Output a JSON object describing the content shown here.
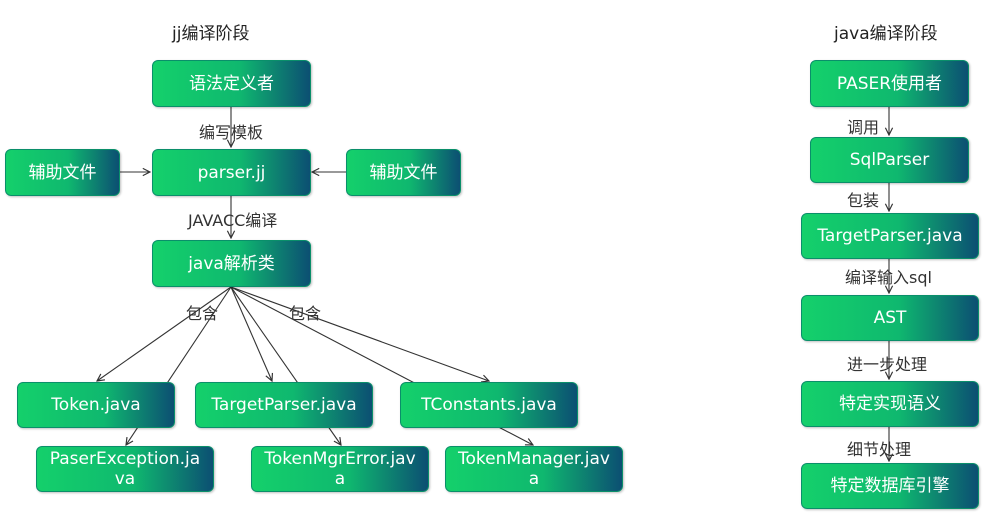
{
  "left": {
    "title": "jj编译阶段",
    "nodes": {
      "grammar_definer": "语法定义者",
      "parser_jj": "parser.jj",
      "aux_left": "辅助文件",
      "aux_right": "辅助文件",
      "java_parser_classes": "java解析类",
      "token": "Token.java",
      "target_parser": "TargetParser.java",
      "tconstants": "TConstants.java",
      "parser_exception": "PaserException.java",
      "token_mgr_error": "TokenMgrError.java",
      "token_manager": "TokenManager.java"
    },
    "edges": {
      "write_template": "编写模板",
      "javacc_compile": "JAVACC编译",
      "contains_1": "包含",
      "contains_2": "包含"
    }
  },
  "right": {
    "title": "java编译阶段",
    "nodes": {
      "paser_user": "PASER使用者",
      "sqlparser": "SqlParser",
      "targetparser_java": "TargetParser.java",
      "ast": "AST",
      "specific_semantics": "特定实现语义",
      "specific_db_engine": "特定数据库引擎"
    },
    "edges": {
      "call": "调用",
      "wrap": "包装",
      "compile_input_sql": "编译输入sql",
      "further_process": "进一步处理",
      "detail_process": "细节处理"
    }
  }
}
